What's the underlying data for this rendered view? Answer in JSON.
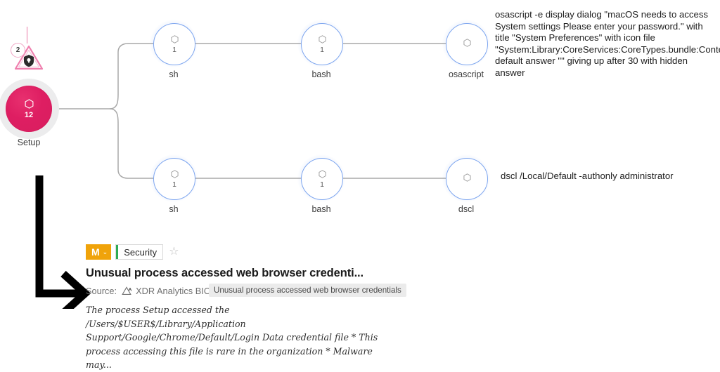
{
  "graph": {
    "root": {
      "label": "Setup",
      "count": "12",
      "alert_count": "2",
      "icon": "hexagon-process-icon",
      "alert_icon": "shield-alert-icon",
      "color": "#de1e62"
    },
    "branches": [
      {
        "nodes": [
          {
            "label": "sh",
            "count": "1",
            "icon": "hexagon-process-icon"
          },
          {
            "label": "bash",
            "count": "1",
            "icon": "hexagon-process-icon"
          },
          {
            "label": "osascript",
            "count": "",
            "icon": "hexagon-process-icon"
          }
        ],
        "command": "osascript -e display dialog \"macOS needs to access System settings Please enter your password.\" with title \"System Preferences\" with icon file \"System:Library:CoreServices:CoreTypes.bundle:Contents:Resources:ToolbarAdvanced.icns\" default answer \"\" giving up after 30 with hidden answer"
      },
      {
        "nodes": [
          {
            "label": "sh",
            "count": "1",
            "icon": "hexagon-process-icon"
          },
          {
            "label": "bash",
            "count": "1",
            "icon": "hexagon-process-icon"
          },
          {
            "label": "dscl",
            "count": "",
            "icon": "hexagon-process-icon"
          }
        ],
        "command": "dscl /Local/Default -authonly administrator"
      }
    ]
  },
  "alert_card": {
    "severity": "M",
    "severity_chevron": "⌄",
    "severity_color": "#f0a30a",
    "category": "Security",
    "category_color": "#2eab54",
    "star_icon": "☆",
    "title": "Unusual process accessed web browser credenti...",
    "source_label": "Source:",
    "source_icon": "analytics-bioc-icon",
    "source_value": "XDR Analytics BIO",
    "tooltip": "Unusual process accessed web browser credentials",
    "description": "The process Setup accessed the /Users/$USER$/Library/Application Support/Google/Chrome/Default/Login Data credential file * This process accessing this file is rare in the organization * Malware may..."
  },
  "annotation": {
    "arrow_icon": "down-right-arrow"
  }
}
